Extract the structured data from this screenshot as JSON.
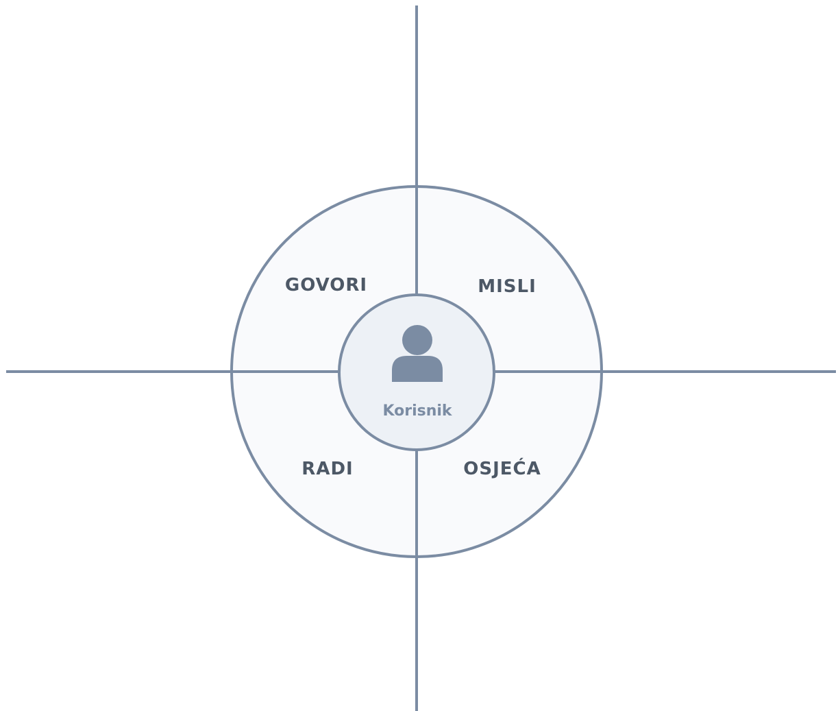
{
  "diagram": {
    "center": {
      "label": "Korisnik",
      "icon": "user-icon"
    },
    "quadrants": {
      "top_left": "GOVORI",
      "top_right": "MISLI",
      "bottom_left": "RADI",
      "bottom_right": "OSJEĆA"
    },
    "colors": {
      "line": "#7b8ca3",
      "outer_fill": "#f9fafc",
      "inner_fill": "#edf1f6",
      "label_text": "#4d5866",
      "center_text": "#7b8ca3",
      "icon": "#7b8ca3"
    }
  }
}
